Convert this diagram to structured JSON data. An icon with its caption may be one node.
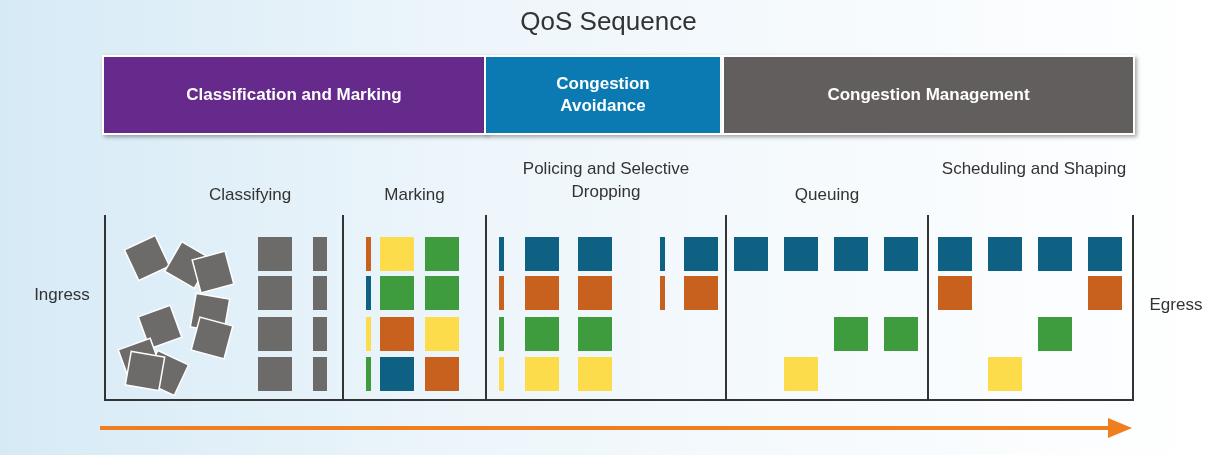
{
  "diagram": {
    "title": "QoS Sequence",
    "nodes": [
      {
        "text": [
          "Classification and Marking"
        ]
      },
      {
        "text": [
          "Congestion Avoidance"
        ]
      },
      {
        "text": [
          "Congestion Management"
        ]
      }
    ],
    "edges": [],
    "labels": [
      "Classifying",
      "Marking",
      "Policing and Selective Dropping",
      "Queuing",
      "Scheduling and Shaping",
      "Ingress",
      "Egress"
    ]
  }
}
